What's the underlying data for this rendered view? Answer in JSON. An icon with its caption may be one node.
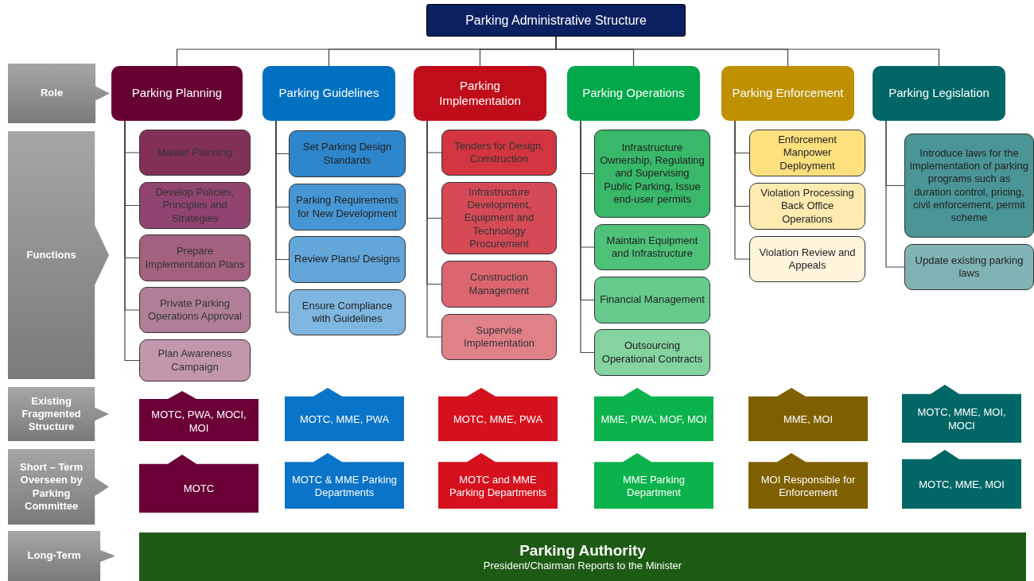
{
  "diagram": {
    "nodes": [
      {
        "text": [
          "Parking Administrative Structure"
        ]
      },
      {
        "text": [
          "Role"
        ]
      },
      {
        "text": [
          "Parking Planning"
        ]
      },
      {
        "text": [
          "Parking Guidelines"
        ]
      },
      {
        "text": [
          "Parking Implementation"
        ]
      },
      {
        "text": [
          "Parking Operations"
        ]
      },
      {
        "text": [
          "Parking Enforcement"
        ]
      },
      {
        "text": [
          "Parking Legislation"
        ]
      },
      {
        "text": [
          "Functions"
        ]
      },
      {
        "text": [
          "Master Planning"
        ]
      },
      {
        "text": [
          "Develop Policies, Principles and Strategies"
        ]
      },
      {
        "text": [
          "Prepare Implementation Plans"
        ]
      },
      {
        "text": [
          "Private Parking Operations Approval"
        ]
      },
      {
        "text": [
          "Plan Awareness Campaign"
        ]
      },
      {
        "text": [
          "Set Parking Design Standards"
        ]
      },
      {
        "text": [
          "Parking Requirements for New Development"
        ]
      },
      {
        "text": [
          "Review Plans/ Designs"
        ]
      },
      {
        "text": [
          "Ensure Compliance with Guidelines"
        ]
      },
      {
        "text": [
          "Tenders for Design, Construction"
        ]
      },
      {
        "text": [
          "Infrastructure Development, Equipment and Technology Procurement"
        ]
      },
      {
        "text": [
          "Construction Management"
        ]
      },
      {
        "text": [
          "Supervise Implementation"
        ]
      },
      {
        "text": [
          "Infrastructure Ownership, Regulating and Supervising Public Parking, Issue end-user permits"
        ]
      },
      {
        "text": [
          "Maintain Equipment and Infrastructure"
        ]
      },
      {
        "text": [
          "Financial Management"
        ]
      },
      {
        "text": [
          "Outsourcing Operational Contracts"
        ]
      },
      {
        "text": [
          "Enforcement Manpower Deployment"
        ]
      },
      {
        "text": [
          "Violation Processing Back Office Operations"
        ]
      },
      {
        "text": [
          "Violation Review and Appeals"
        ]
      },
      {
        "text": [
          "Introduce laws for the implementation of parking programs such as duration control, pricing, civil enforcement, permit scheme"
        ]
      },
      {
        "text": [
          "Update existing parking laws"
        ]
      },
      {
        "text": [
          "Existing Fragmented Structure"
        ]
      },
      {
        "text": [
          "MOTC, PWA, MOCI, MOI"
        ]
      },
      {
        "text": [
          "MOTC, MME, PWA"
        ]
      },
      {
        "text": [
          "MOTC, MME, PWA"
        ]
      },
      {
        "text": [
          "MME, PWA, MOF, MOI"
        ]
      },
      {
        "text": [
          "MME, MOI"
        ]
      },
      {
        "text": [
          "MOTC, MME, MOI, MOCI"
        ]
      },
      {
        "text": [
          "Short – Term Overseen by Parking Committee"
        ]
      },
      {
        "text": [
          "MOTC"
        ]
      },
      {
        "text": [
          "MOTC & MME Parking Departments"
        ]
      },
      {
        "text": [
          "MOTC and MME Parking Departments"
        ]
      },
      {
        "text": [
          "MME Parking Department"
        ]
      },
      {
        "text": [
          "MOI Responsible for Enforcement"
        ]
      },
      {
        "text": [
          "MOTC, MME, MOI"
        ]
      },
      {
        "text": [
          "Long-Term"
        ]
      },
      {
        "text": [
          "Parking Authority",
          "President/Chairman Reports to the Minister"
        ]
      }
    ],
    "edges": [
      {
        "from": 0,
        "to": 2,
        "arrow": "none"
      },
      {
        "from": 0,
        "to": 3,
        "arrow": "none"
      },
      {
        "from": 0,
        "to": 4,
        "arrow": "none"
      },
      {
        "from": 0,
        "to": 5,
        "arrow": "none"
      },
      {
        "from": 0,
        "to": 6,
        "arrow": "none"
      },
      {
        "from": 0,
        "to": 7,
        "arrow": "none"
      },
      {
        "from": 2,
        "to": 9,
        "arrow": "none"
      },
      {
        "from": 2,
        "to": 10,
        "arrow": "none"
      },
      {
        "from": 2,
        "to": 11,
        "arrow": "none"
      },
      {
        "from": 2,
        "to": 12,
        "arrow": "none"
      },
      {
        "from": 2,
        "to": 13,
        "arrow": "none"
      },
      {
        "from": 3,
        "to": 14,
        "arrow": "none"
      },
      {
        "from": 3,
        "to": 15,
        "arrow": "none"
      },
      {
        "from": 3,
        "to": 16,
        "arrow": "none"
      },
      {
        "from": 3,
        "to": 17,
        "arrow": "none"
      },
      {
        "from": 4,
        "to": 18,
        "arrow": "none"
      },
      {
        "from": 4,
        "to": 19,
        "arrow": "none"
      },
      {
        "from": 4,
        "to": 20,
        "arrow": "none"
      },
      {
        "from": 4,
        "to": 21,
        "arrow": "none"
      },
      {
        "from": 5,
        "to": 22,
        "arrow": "none"
      },
      {
        "from": 5,
        "to": 23,
        "arrow": "none"
      },
      {
        "from": 5,
        "to": 24,
        "arrow": "none"
      },
      {
        "from": 5,
        "to": 25,
        "arrow": "none"
      },
      {
        "from": 6,
        "to": 26,
        "arrow": "none"
      },
      {
        "from": 6,
        "to": 27,
        "arrow": "none"
      },
      {
        "from": 6,
        "to": 28,
        "arrow": "none"
      },
      {
        "from": 7,
        "to": 29,
        "arrow": "none"
      },
      {
        "from": 7,
        "to": 30,
        "arrow": "none"
      }
    ]
  }
}
